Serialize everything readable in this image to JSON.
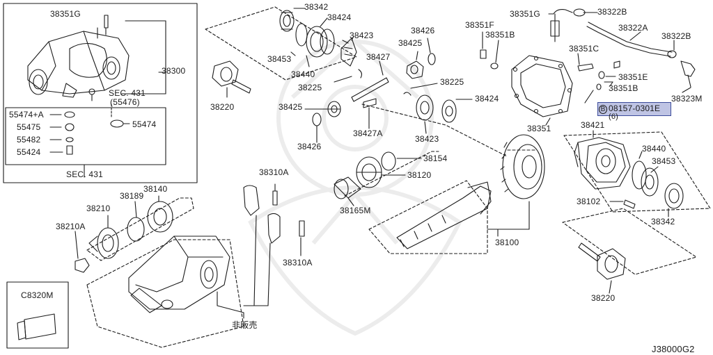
{
  "diagram": {
    "code": "J38000G2",
    "note_not_for_sale": "非販売",
    "highlight_color": "#bfc4e4",
    "line_color": "#1a1a1a"
  },
  "labels": {
    "p38351G": "38351G",
    "p38300": "38300",
    "sec431": "SEC. 431",
    "sec431sub": "(55476)",
    "p55474A": "55474+A",
    "p55475": "55475",
    "p55474": "55474",
    "p55482": "55482",
    "p55424": "55424",
    "sec431b": "SEC. 431",
    "p38342a": "38342",
    "p38424a": "38424",
    "p38423a": "38423",
    "p38453a": "38453",
    "p38440a": "38440",
    "p38225a": "38225",
    "p38427": "38427",
    "p38426a": "38426",
    "p38425a": "38425",
    "p38220a": "38220",
    "p38425b": "38425",
    "p38426b": "38426",
    "p38427A": "38427A",
    "p38225b": "38225",
    "p38424b": "38424",
    "p38423b": "38423",
    "p38351F": "38351F",
    "p38351B": "38351B",
    "p38351Ga": "38351G",
    "p38322Ba": "38322B",
    "p38322A": "38322A",
    "p38322Bb": "38322B",
    "p38351C": "38351C",
    "p38351E": "38351E",
    "p38351Bb": "38351B",
    "p38323M": "38323M",
    "p08157": "08157-0301E",
    "p08157qty": "(6)",
    "p08157mark": "B",
    "p38351": "38351",
    "p38421": "38421",
    "p38440b": "38440",
    "p38453b": "38453",
    "p38102": "38102",
    "p38342b": "38342",
    "p38220b": "38220",
    "p38310Aa": "38310A",
    "p38310Ab": "38310A",
    "p38154": "38154",
    "p38120": "38120",
    "p38165M": "38165M",
    "p38100": "38100",
    "p38140": "38140",
    "p38189": "38189",
    "p38210": "38210",
    "p38210A": "38210A",
    "pC8320M": "C8320M"
  }
}
